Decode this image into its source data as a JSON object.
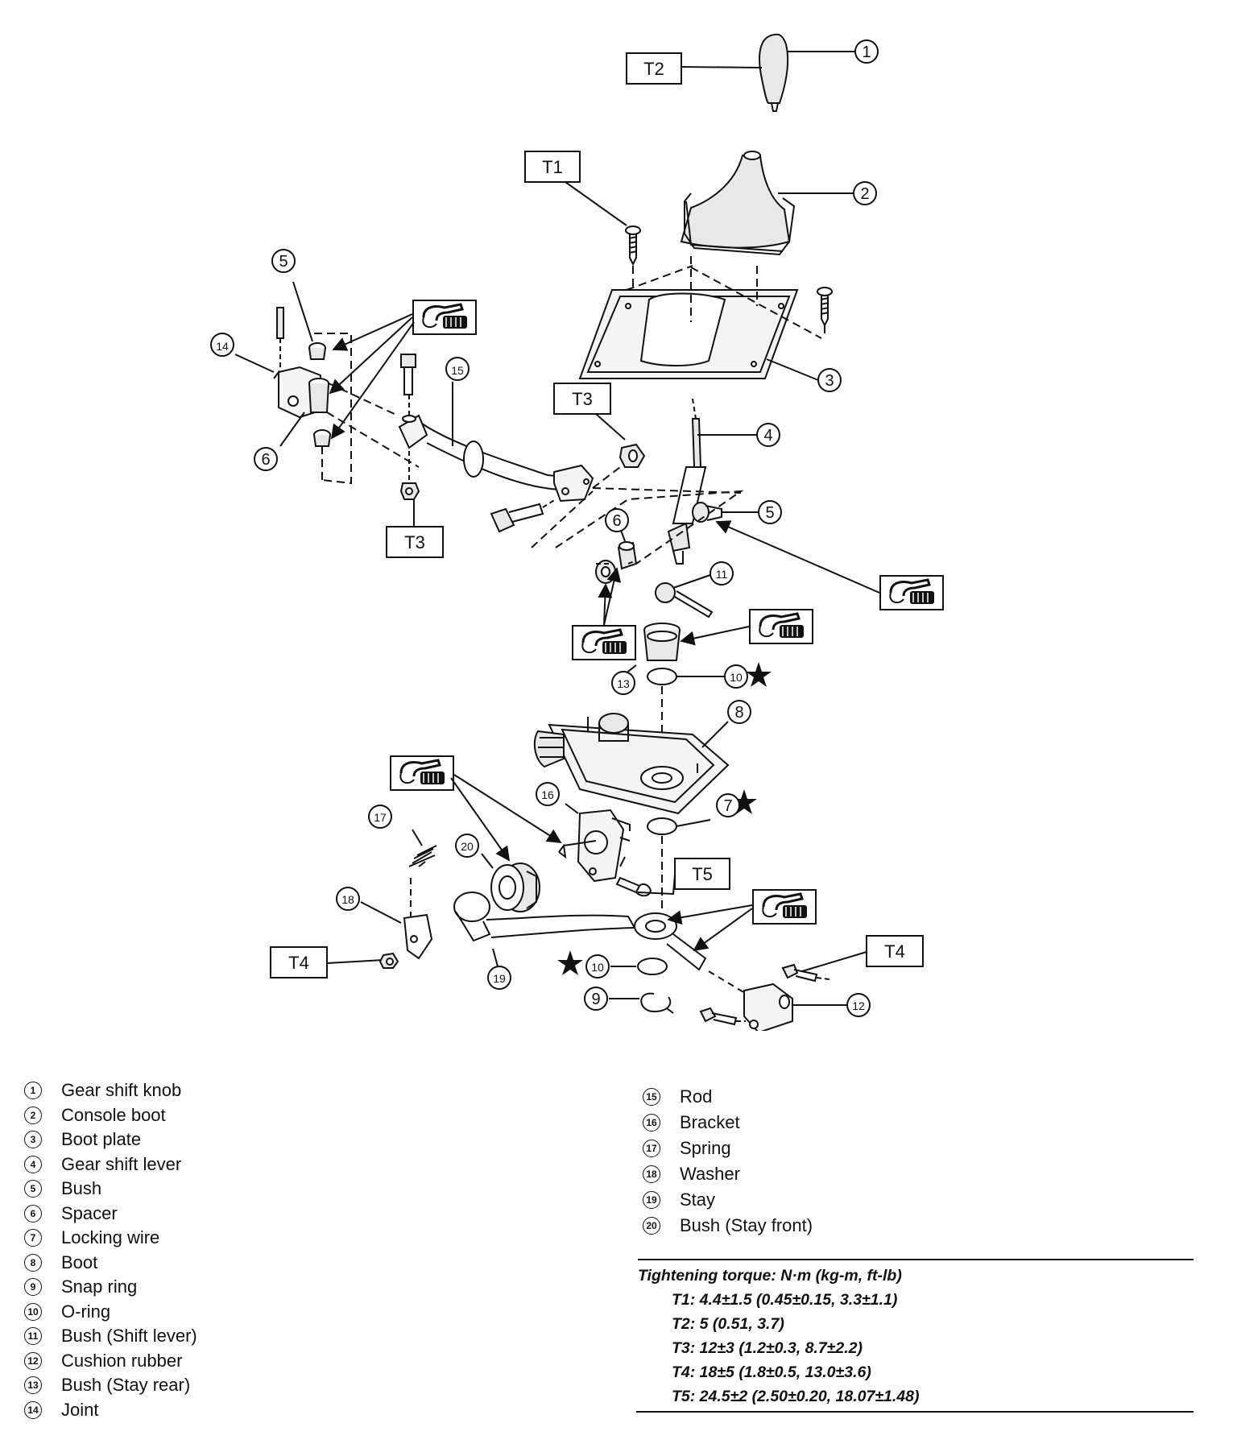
{
  "torque_boxes": {
    "T1": "T1",
    "T2": "T2",
    "T3": "T3",
    "T4": "T4",
    "T5": "T5"
  },
  "callouts": {
    "c1": "1",
    "c2": "2",
    "c3": "3",
    "c4": "4",
    "c5": "5",
    "c6": "6",
    "c7": "7",
    "c8": "8",
    "c9": "9",
    "c10": "10",
    "c11": "11",
    "c12": "12",
    "c13": "13",
    "c14": "14",
    "c15": "15",
    "c16": "16",
    "c17": "17",
    "c18": "18",
    "c19": "19",
    "c20": "20"
  },
  "legend_left": [
    {
      "num": "1",
      "label": "Gear shift knob"
    },
    {
      "num": "2",
      "label": "Console boot"
    },
    {
      "num": "3",
      "label": "Boot plate"
    },
    {
      "num": "4",
      "label": "Gear shift lever"
    },
    {
      "num": "5",
      "label": "Bush"
    },
    {
      "num": "6",
      "label": "Spacer"
    },
    {
      "num": "7",
      "label": "Locking wire"
    },
    {
      "num": "8",
      "label": "Boot"
    },
    {
      "num": "9",
      "label": "Snap ring"
    },
    {
      "num": "10",
      "label": "O-ring"
    },
    {
      "num": "11",
      "label": "Bush (Shift lever)"
    },
    {
      "num": "12",
      "label": "Cushion rubber"
    },
    {
      "num": "13",
      "label": "Bush (Stay rear)"
    },
    {
      "num": "14",
      "label": "Joint"
    }
  ],
  "legend_right": [
    {
      "num": "15",
      "label": "Rod"
    },
    {
      "num": "16",
      "label": "Bracket"
    },
    {
      "num": "17",
      "label": "Spring"
    },
    {
      "num": "18",
      "label": "Washer"
    },
    {
      "num": "19",
      "label": "Stay"
    },
    {
      "num": "20",
      "label": "Bush (Stay front)"
    }
  ],
  "torque": {
    "heading": "Tightening torque: N·m (kg-m, ft-lb)",
    "rows": [
      "T1: 4.4±1.5 (0.45±0.15, 3.3±1.1)",
      "T2: 5 (0.51, 3.7)",
      "T3: 12±3 (1.2±0.3, 8.7±2.2)",
      "T4: 18±5 (1.8±0.5, 13.0±3.6)",
      "T5: 24.5±2 (2.50±0.20, 18.07±1.48)"
    ]
  },
  "icons": {
    "grease": "grease-gun-icon",
    "replace": "star-icon"
  }
}
